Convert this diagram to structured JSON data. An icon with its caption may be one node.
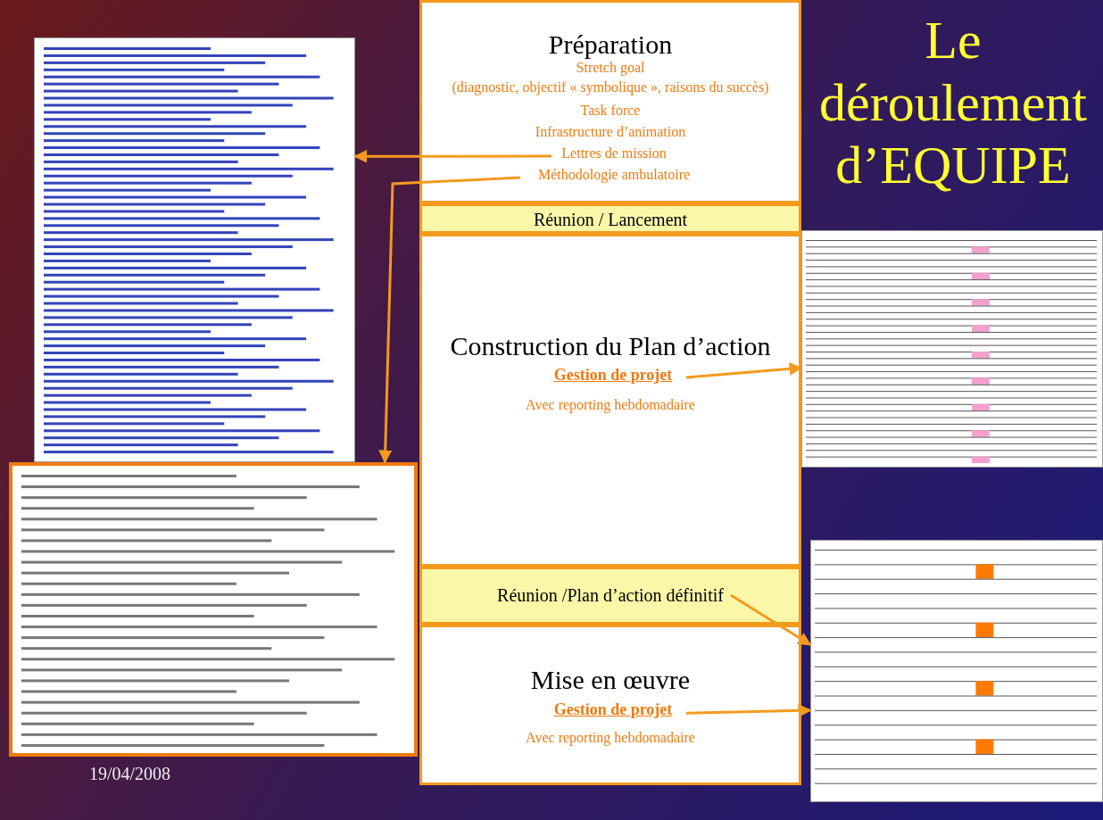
{
  "diagram": {
    "title": "Le déroulement d’EQUIPE",
    "nodes": [
      {
        "text": [
          "Préparation",
          "Stretch goal",
          "(diagnostic, objectif « symbolique », raisons du succès)",
          "Task force",
          "Infrastructure d’animation"
        ]
      },
      {
        "text": [
          "Lettres de mission"
        ],
        "in": 0
      },
      {
        "text": [
          "Méthodologie ambulatoire"
        ],
        "in": 0
      },
      {
        "text": [
          "Réunion / Lancement"
        ]
      },
      {
        "text": [
          "Construction du Plan d’action",
          "Avec reporting hebdomadaire"
        ]
      },
      {
        "text": [
          "Gestion de projet"
        ],
        "in": 4
      },
      {
        "text": [
          "Réunion /Plan d’action définitif"
        ]
      },
      {
        "text": [
          "Mise en œuvre",
          "Avec reporting hebdomadaire"
        ]
      },
      {
        "text": [
          "Gestion de projet"
        ],
        "in": 7
      },
      {
        "text": [],
        "shape": "page"
      },
      {
        "text": [],
        "shape": "page"
      },
      {
        "text": [],
        "shape": "page"
      },
      {
        "text": [],
        "shape": "page"
      }
    ],
    "edges": [
      {
        "from": 1,
        "to": 9,
        "arrow": "to"
      },
      {
        "from": 2,
        "to": 10,
        "arrow": "to"
      },
      {
        "from": 5,
        "to": 11,
        "arrow": "to"
      },
      {
        "from": 6,
        "to": 12,
        "arrow": "to"
      },
      {
        "from": 8,
        "to": 12,
        "arrow": "to"
      }
    ],
    "labels": [
      "19/04/2008"
    ]
  }
}
